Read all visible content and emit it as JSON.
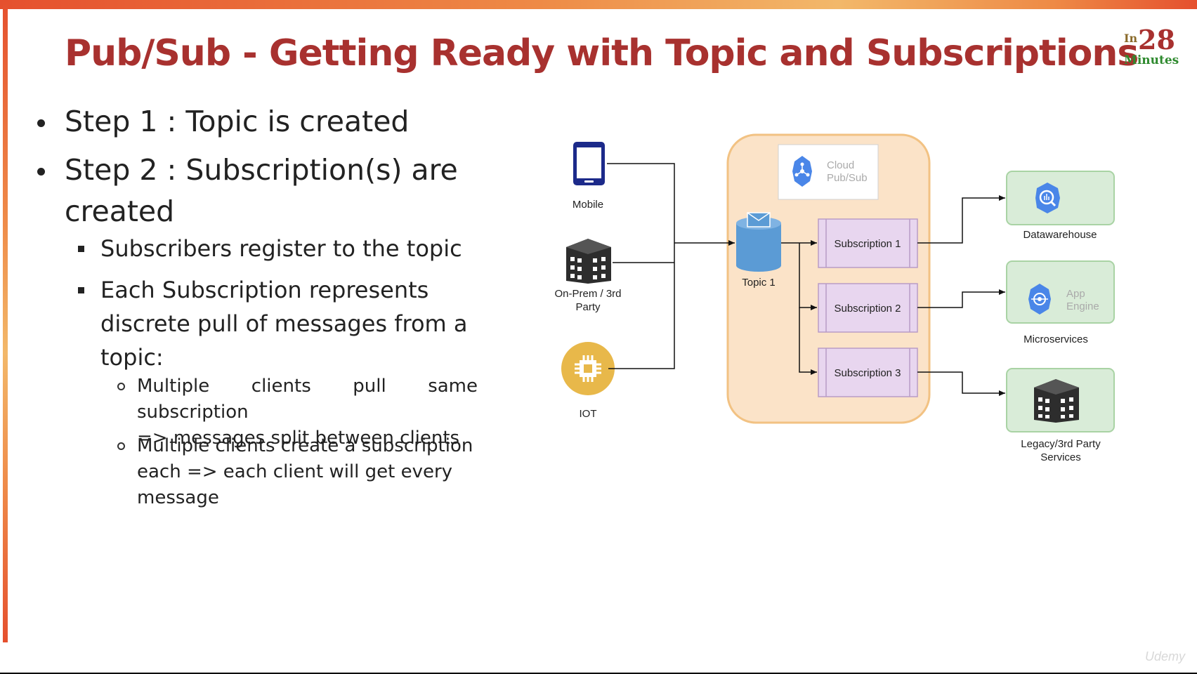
{
  "title": "Pub/Sub - Getting Ready with Topic and Subscriptions",
  "logo": {
    "prefix": "In",
    "number": "28",
    "suffix": "Minutes"
  },
  "bullets": {
    "step1": "Step 1 : Topic is created",
    "step2_line1": "Step 2 : Subscription(s) are",
    "step2_line2": "created",
    "sub1": "Subscribers register to the topic",
    "sub2_line1": "Each Subscription represents",
    "sub2_line2": "discrete pull of messages from a",
    "sub2_line3": "topic:",
    "subsub1_line1": "Multiple clients pull same subscription",
    "subsub1_line2": "=> messages split between clients",
    "subsub2_line1": "Multiple clients create a subscription",
    "subsub2_line2": "each => each client will get every",
    "subsub2_line3": "message"
  },
  "diagram": {
    "publishers": [
      {
        "label": "Mobile",
        "icon": "mobile-phone-icon"
      },
      {
        "label_line1": "On-Prem / 3rd",
        "label_line2": "Party",
        "icon": "building-icon"
      },
      {
        "label": "IOT",
        "icon": "chip-icon"
      }
    ],
    "service": {
      "line1": "Cloud",
      "line2": "Pub/Sub",
      "icon": "pubsub-hexagon-icon"
    },
    "topic": {
      "label": "Topic 1",
      "icon": "topic-cylinder-icon"
    },
    "subscriptions": [
      "Subscription 1",
      "Subscription 2",
      "Subscription 3"
    ],
    "consumers": [
      {
        "label": "Datawarehouse",
        "icon": "bigquery-hexagon-icon"
      },
      {
        "box_line1": "App",
        "box_line2": "Engine",
        "label": "Microservices",
        "icon": "app-engine-hexagon-icon"
      },
      {
        "label_line1": "Legacy/3rd Party",
        "label_line2": "Services",
        "icon": "building-icon"
      }
    ],
    "colors": {
      "container_fill": "#fbe3c8",
      "container_stroke": "#f2c283",
      "subscription_fill": "#e8d6ef",
      "subscription_stroke": "#b99cc6",
      "consumer_fill": "#d9ecd8",
      "consumer_stroke": "#a9d3a4",
      "gcp_blue": "#4a86e8",
      "iot_gold": "#e8b84a",
      "mobile_navy": "#1c2a8a"
    }
  },
  "watermark": "Udemy"
}
